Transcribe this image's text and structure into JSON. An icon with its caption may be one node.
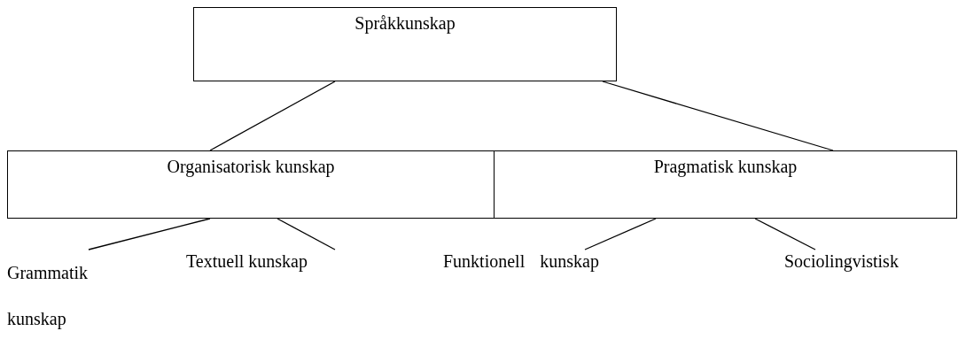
{
  "diagram": {
    "nodes": [
      {
        "text": [
          "Språkkunskap"
        ]
      },
      {
        "text": [
          "Organisatorisk kunskap"
        ]
      },
      {
        "text": [
          "Pragmatisk kunskap"
        ]
      },
      {
        "text": [
          "Grammatik kunskap"
        ]
      },
      {
        "text": [
          "Textuell kunskap"
        ]
      },
      {
        "text": [
          "Funktionell kunskap"
        ]
      },
      {
        "text": [
          "Sociolingvistisk"
        ]
      }
    ],
    "edges": [
      {
        "from": 0,
        "to": 1,
        "arrow": "none"
      },
      {
        "from": 0,
        "to": 2,
        "arrow": "none"
      },
      {
        "from": 1,
        "to": 3,
        "arrow": "none"
      },
      {
        "from": 1,
        "to": 4,
        "arrow": "none"
      },
      {
        "from": 2,
        "to": 5,
        "arrow": "none"
      },
      {
        "from": 2,
        "to": 6,
        "arrow": "none"
      }
    ]
  }
}
